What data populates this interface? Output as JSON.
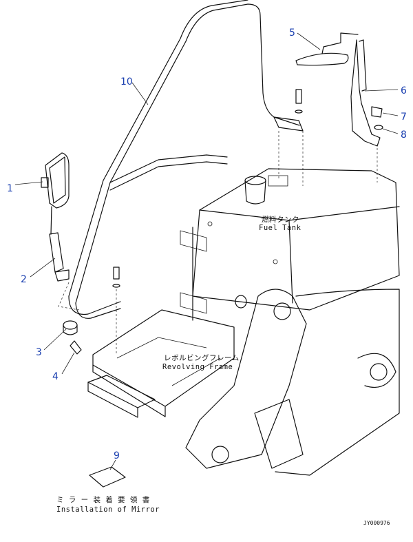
{
  "parts": [
    {
      "no": "1"
    },
    {
      "no": "2"
    },
    {
      "no": "3"
    },
    {
      "no": "4"
    },
    {
      "no": "5"
    },
    {
      "no": "6"
    },
    {
      "no": "7"
    },
    {
      "no": "8"
    },
    {
      "no": "9"
    },
    {
      "no": "10"
    }
  ],
  "labels": {
    "fuel_tank_jp": "燃料タンク",
    "fuel_tank_en": "Fuel Tank",
    "revolving_frame_jp": "レボルビングフレーム",
    "revolving_frame_en": "Revolving Frame",
    "title_jp": "ミ ラ ー 装 着 要 領 書",
    "title_en": "Installation of Mirror",
    "drawing_id": "JY000976"
  }
}
